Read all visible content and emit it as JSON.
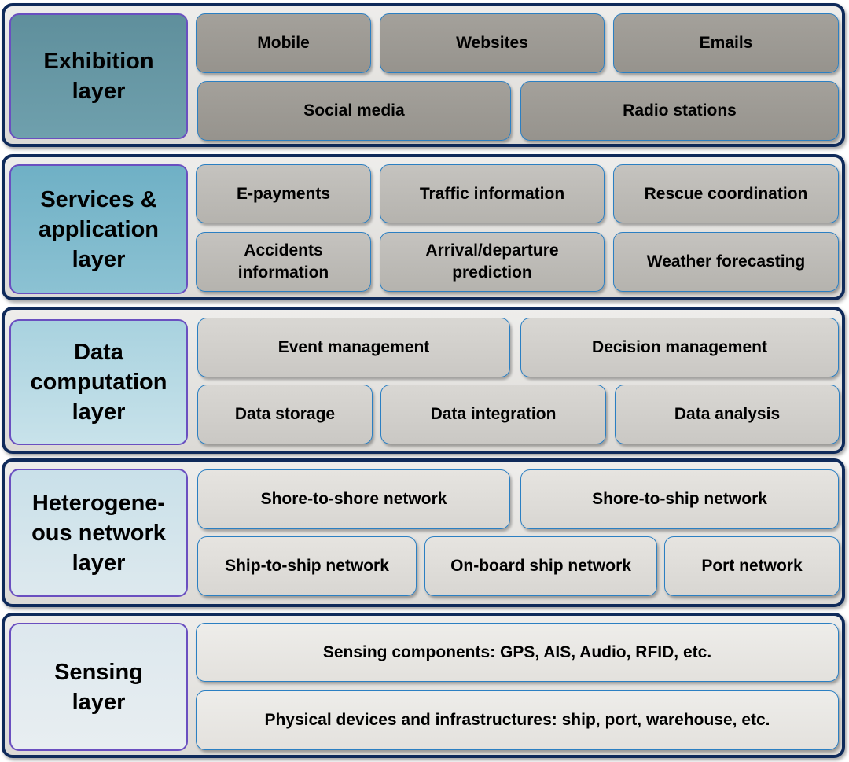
{
  "layers": [
    {
      "label": "Exhibition\nlayer",
      "boxes": [
        "Mobile",
        "Websites",
        "Emails",
        "Social media",
        "Radio stations"
      ]
    },
    {
      "label": "Services &\napplication\nlayer",
      "boxes": [
        "E-payments",
        "Traffic information",
        "Rescue coordination",
        "Accidents\ninformation",
        "Arrival/departure\nprediction",
        "Weather forecasting"
      ]
    },
    {
      "label": "Data\ncomputation\nlayer",
      "boxes": [
        "Event management",
        "Decision management",
        "Data storage",
        "Data integration",
        "Data analysis"
      ]
    },
    {
      "label": "Heterogene-\nous network\nlayer",
      "boxes": [
        "Shore-to-shore network",
        "Shore-to-ship network",
        "Ship-to-ship network",
        "On-board ship network",
        "Port network"
      ]
    },
    {
      "label": "Sensing\nlayer",
      "boxes": [
        "Sensing components: GPS, AIS, Audio, RFID, etc.",
        "Physical devices and infrastructures: ship, port, warehouse, etc."
      ]
    }
  ]
}
